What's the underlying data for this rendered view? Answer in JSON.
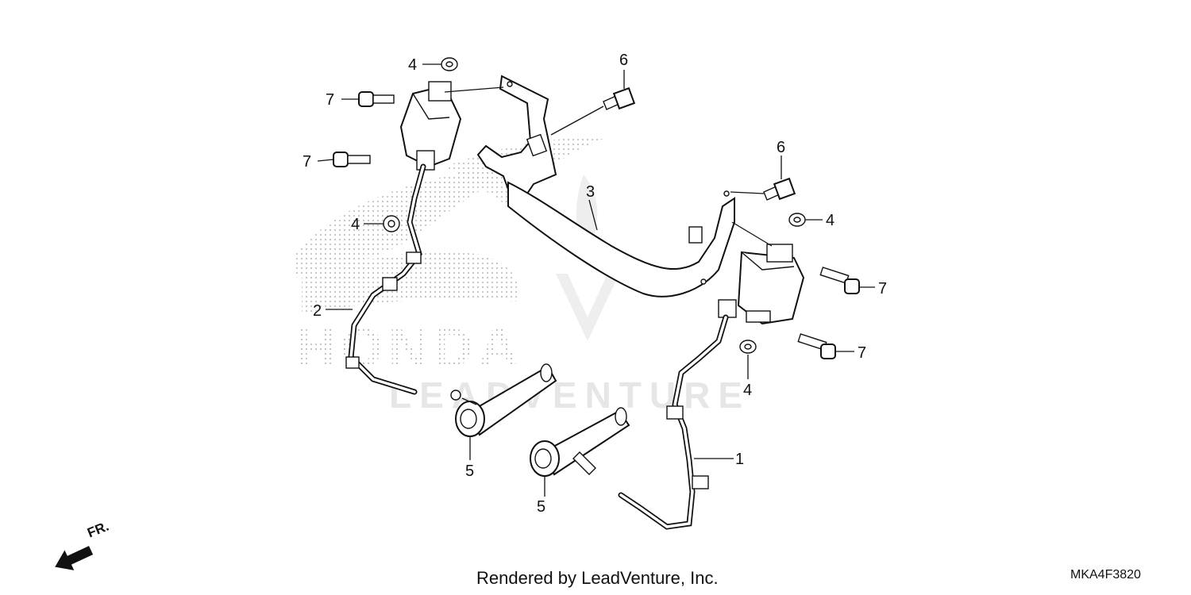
{
  "watermark": {
    "brand": "HONDA",
    "dealer": "LEADVENTURE"
  },
  "callouts": {
    "c1": "1",
    "c2": "2",
    "c3": "3",
    "c4a": "4",
    "c4b": "4",
    "c4c": "4",
    "c4d": "4",
    "c5a": "5",
    "c5b": "5",
    "c6a": "6",
    "c6b": "6",
    "c7a": "7",
    "c7b": "7",
    "c7c": "7",
    "c7d": "7"
  },
  "front_marker": {
    "label": "FR."
  },
  "footer": {
    "credit": "Rendered by LeadVenture, Inc.",
    "code": "MKA4F3820"
  },
  "colors": {
    "ink": "#111111",
    "watermark": "#c8c8c8"
  },
  "icons": [
    "front-direction-arrow-icon"
  ]
}
